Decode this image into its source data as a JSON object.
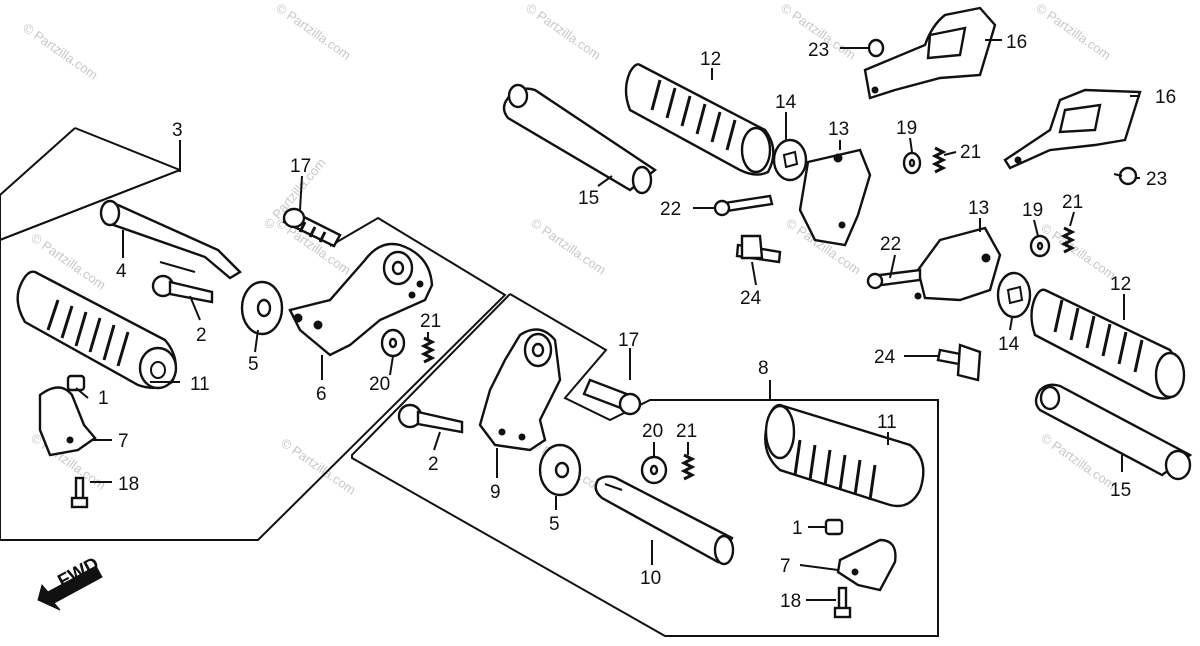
{
  "watermark": "© Partzilla.com",
  "fwd_label": "FWD",
  "callouts": [
    "1",
    "2",
    "3",
    "4",
    "5",
    "6",
    "7",
    "8",
    "9",
    "10",
    "11",
    "12",
    "13",
    "14",
    "15",
    "16",
    "17",
    "18",
    "19",
    "20",
    "21",
    "22",
    "23",
    "24"
  ]
}
